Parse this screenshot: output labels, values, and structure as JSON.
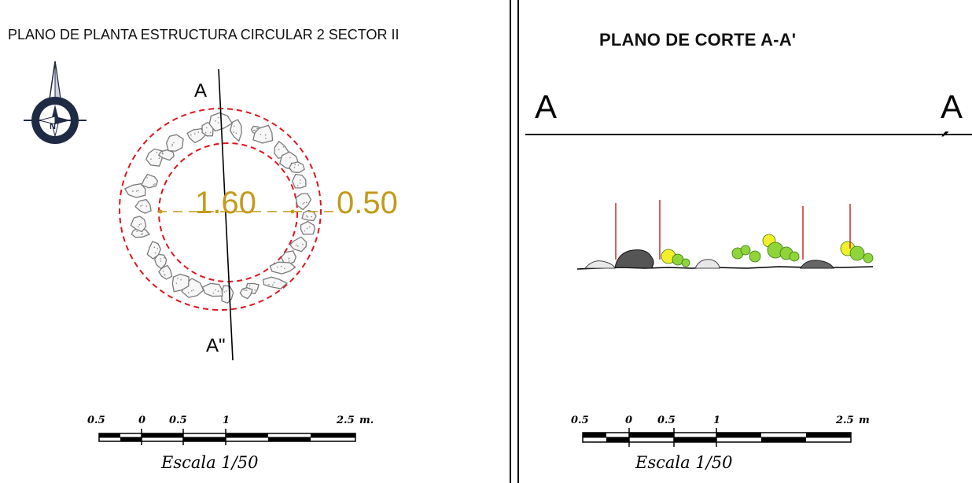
{
  "left": {
    "title": "PLANO DE PLANTA ESTRUCTURA CIRCULAR  2 SECTOR  II",
    "north_letter": "N",
    "section_top": "A",
    "section_bottom": "A\"",
    "dim_inner": "1.60",
    "dim_wall": "0.50",
    "scale_ticks": [
      "0.5",
      "0",
      "0.5",
      "1",
      "2.5"
    ],
    "scale_unit": "m.",
    "scale_caption": "Escala  1/50"
  },
  "right": {
    "title": "PLANO DE CORTE A-A'",
    "label_left": "A",
    "label_right": "A´",
    "scale_ticks": [
      "0.5",
      "0",
      "0.5",
      "1",
      "2.5"
    ],
    "scale_unit": "m",
    "scale_caption": "Escala  1/50"
  },
  "colors": {
    "dimension": "#c49a1a",
    "circle_dash": "#e0141c",
    "rock_outline": "#777777",
    "vegetation": "#8fd43a",
    "highlight": "#f3ef2a",
    "stake": "#c0302a"
  }
}
